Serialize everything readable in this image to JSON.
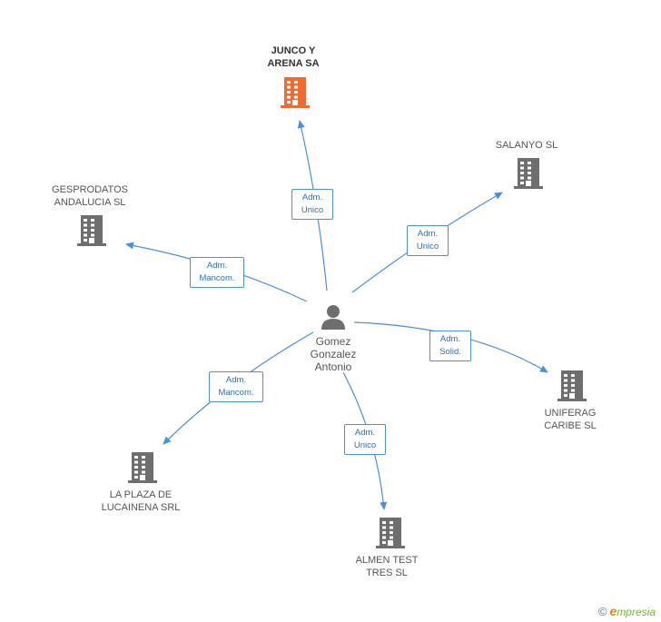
{
  "colors": {
    "edge": "#4a90d9",
    "building_main": "#f26a33",
    "building": "#6e6e6e",
    "person": "#6e6e6e"
  },
  "person": {
    "label": "Gomez\nGonzalez\nAntonio",
    "icon": "person-icon"
  },
  "companies": [
    {
      "id": "junco",
      "label": "JUNCO Y\nARENA SA",
      "main": true,
      "icon": "building-icon"
    },
    {
      "id": "salanyo",
      "label": "SALANYO SL",
      "main": false,
      "icon": "building-icon"
    },
    {
      "id": "gesprodatos",
      "label": "GESPRODATOS\nANDALUCIA SL",
      "main": false,
      "icon": "building-icon"
    },
    {
      "id": "uniferag",
      "label": "UNIFERAG\nCARIBE SL",
      "main": false,
      "icon": "building-icon"
    },
    {
      "id": "laplaza",
      "label": "LA PLAZA DE\nLUCAINENA SRL",
      "main": false,
      "icon": "building-icon"
    },
    {
      "id": "almen",
      "label": "ALMEN TEST\nTRES  SL",
      "main": false,
      "icon": "building-icon"
    }
  ],
  "edges": [
    {
      "to": "junco",
      "label": "Adm.\nUnico"
    },
    {
      "to": "salanyo",
      "label": "Adm.\nUnico"
    },
    {
      "to": "gesprodatos",
      "label": "Adm.\nMancom."
    },
    {
      "to": "uniferag",
      "label": "Adm.\nSolid."
    },
    {
      "to": "laplaza",
      "label": "Adm.\nMancom."
    },
    {
      "to": "almen",
      "label": "Adm.\nUnico"
    }
  ],
  "footer": {
    "copyright": "©",
    "brand_initial": "e",
    "brand_rest": "mpresia"
  }
}
